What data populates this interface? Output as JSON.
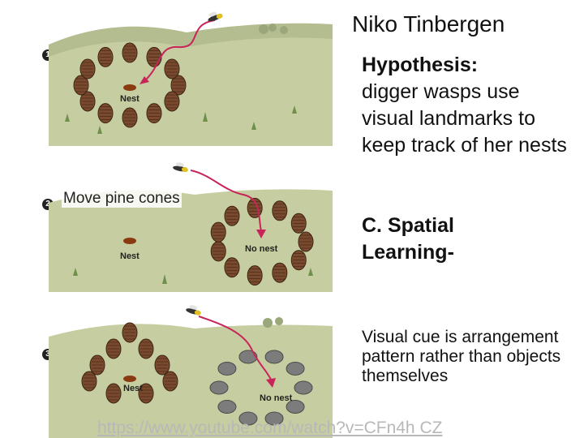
{
  "title": "Niko Tinbergen",
  "hypothesis": {
    "heading": "Hypothesis:",
    "body": "digger wasps use visual landmarks to keep track of her nests"
  },
  "move_label": "Move pine cones",
  "spatial": "C. Spatial Learning-",
  "visual_cue": "Visual cue is arrangement pattern rather than objects themselves",
  "url": "https://www.youtube.com/watch?v=CFn4h CZ",
  "steps": [
    "1",
    "2",
    "3"
  ],
  "panel_labels": {
    "p1_nest": "Nest",
    "p2_nest": "Nest",
    "p2_no_nest": "No nest",
    "p3_nest": "Nest",
    "p3_no_nest": "No nest"
  },
  "icons": [
    "wasp-icon",
    "pine-cone-icon",
    "stone-icon",
    "nest-hole-icon",
    "flight-path-arrow"
  ],
  "colors": {
    "ground": "#c6cda0",
    "ground_dark": "#a9b384",
    "cone": "#7a4a2e",
    "stone": "#7c7c7c",
    "arrow": "#c8245a",
    "url": "#b8b8b8"
  }
}
